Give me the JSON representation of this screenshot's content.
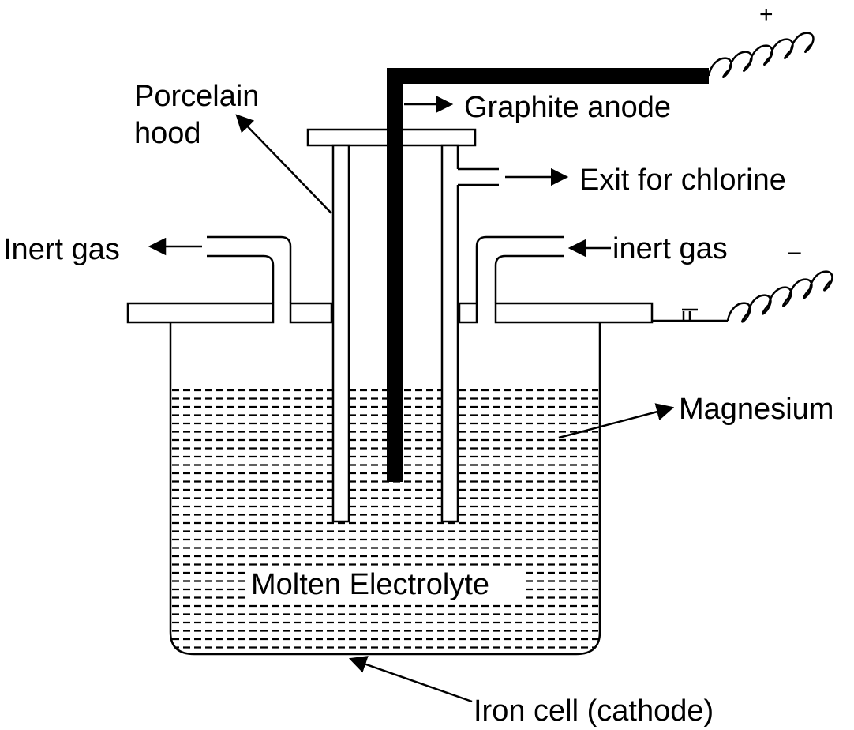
{
  "diagram": {
    "labels": {
      "porcelain_hood_line1": "Porcelain",
      "porcelain_hood_line2": "hood",
      "graphite_anode": "Graphite anode",
      "exit_chlorine": "Exit for chlorine",
      "inert_gas_left": "Inert gas",
      "inert_gas_right": "inert gas",
      "magnesium": "Magnesium",
      "molten_electrolyte": "Molten Electrolyte",
      "iron_cell": "Iron cell (cathode)",
      "plus_sign": "+",
      "minus_sign": "–"
    }
  }
}
